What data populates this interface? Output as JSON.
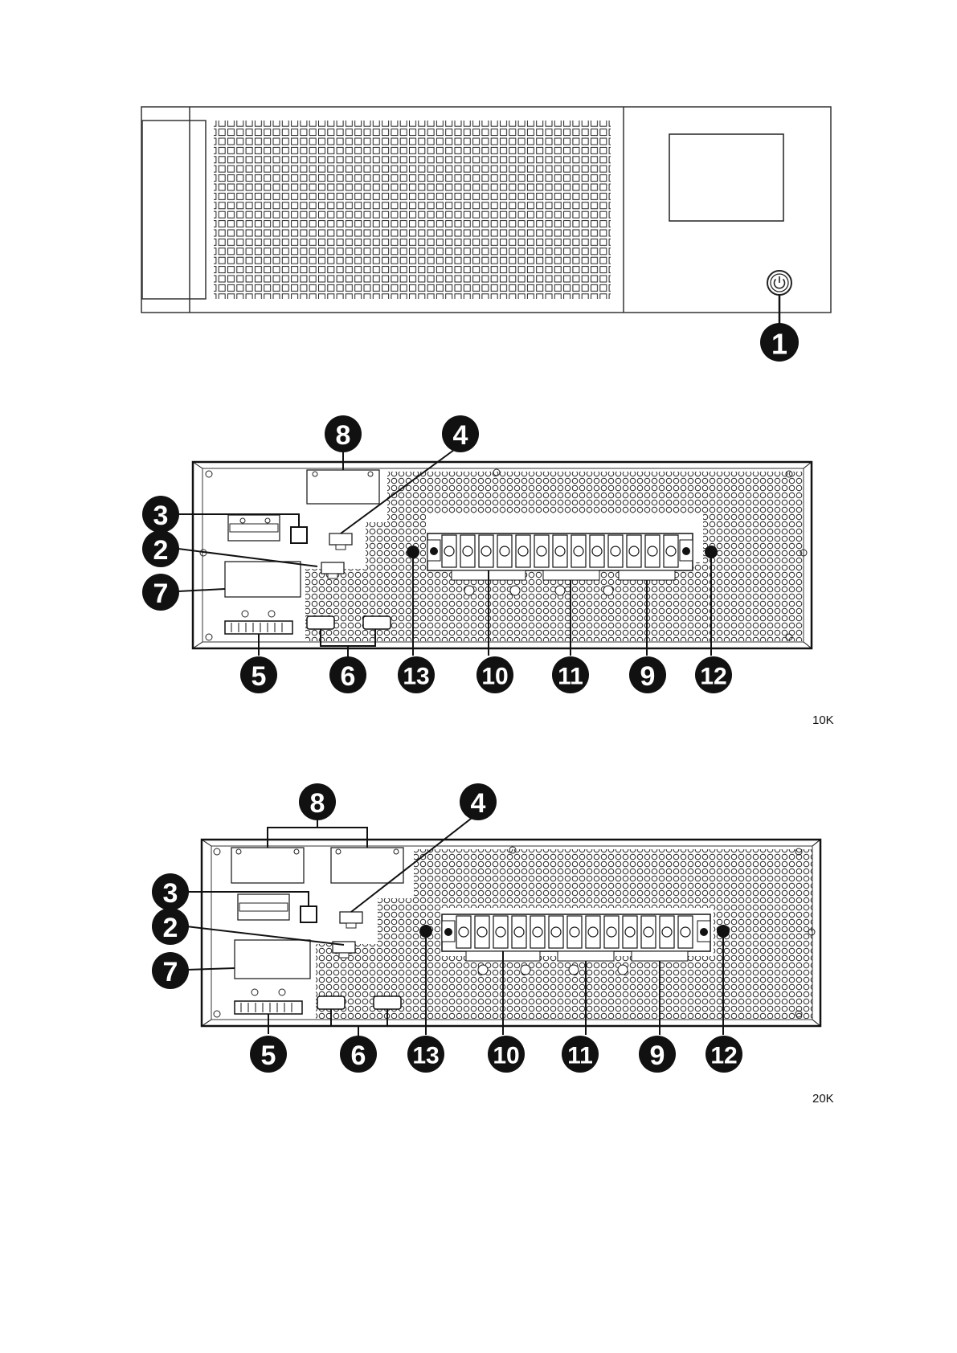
{
  "front_panel": {
    "callouts": [
      {
        "id": "power-button",
        "label": "1"
      }
    ]
  },
  "rear_panels": [
    {
      "model": "10K",
      "callouts": [
        "8",
        "4",
        "3",
        "2",
        "7",
        "5",
        "6",
        "13",
        "10",
        "11",
        "9",
        "12"
      ]
    },
    {
      "model": "20K",
      "callouts": [
        "8",
        "4",
        "3",
        "2",
        "7",
        "5",
        "6",
        "13",
        "10",
        "11",
        "9",
        "12"
      ]
    }
  ],
  "colors": {
    "line": "#1a1a1a",
    "callout_fill": "#111111",
    "callout_text": "#ffffff",
    "background": "#ffffff"
  },
  "icons": {
    "power": "power-icon"
  }
}
